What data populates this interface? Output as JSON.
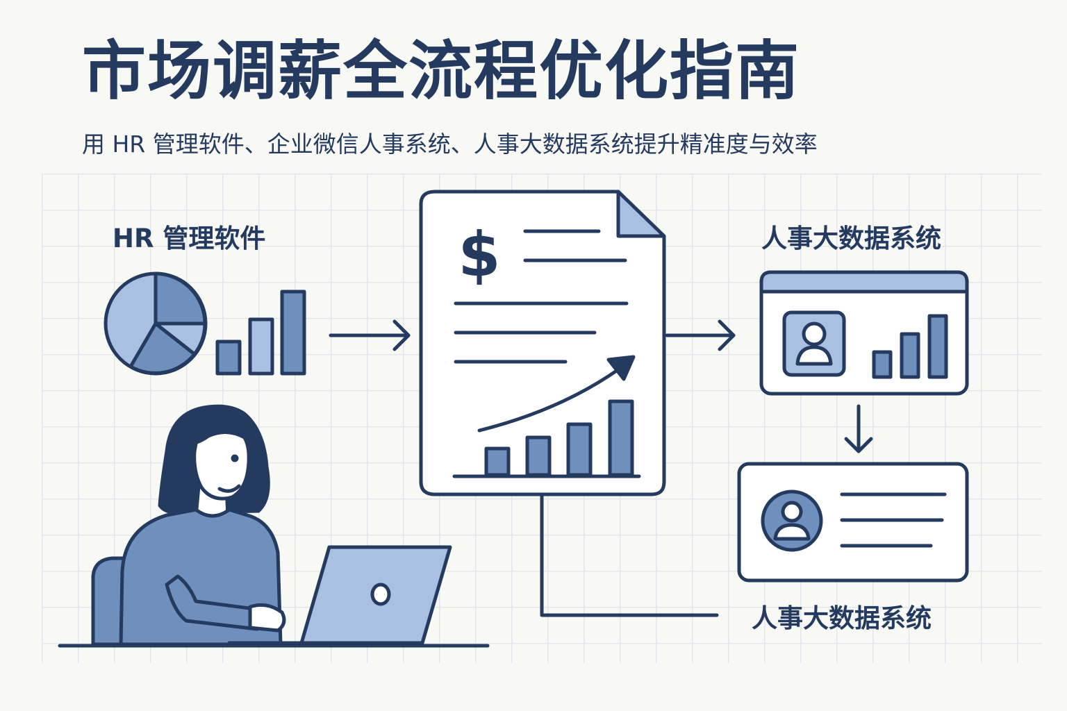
{
  "header": {
    "title": "市场调薪全流程优化指南",
    "subtitle": "用 HR 管理软件、企业微信人事系统、人事大数据系统提升精准度与效率"
  },
  "labels": {
    "hr_software": "HR 管理软件",
    "bigdata_top": "人事大数据系统",
    "bigdata_bottom": "人事大数据系统"
  },
  "document": {
    "currency_symbol": "$"
  },
  "icons": [
    "pie-chart-icon",
    "bar-chart-icon",
    "arrow-right-icon",
    "salary-document-icon",
    "dollar-icon",
    "trend-arrow-icon",
    "dashboard-window-icon",
    "user-icon",
    "arrow-down-icon",
    "profile-card-icon",
    "woman-laptop-illustration"
  ],
  "colors": {
    "navy": "#243a5e",
    "mid_blue": "#6f8fbd",
    "light_blue": "#a9c0e2",
    "paper": "#ffffff",
    "background": "#f8f8f5"
  }
}
